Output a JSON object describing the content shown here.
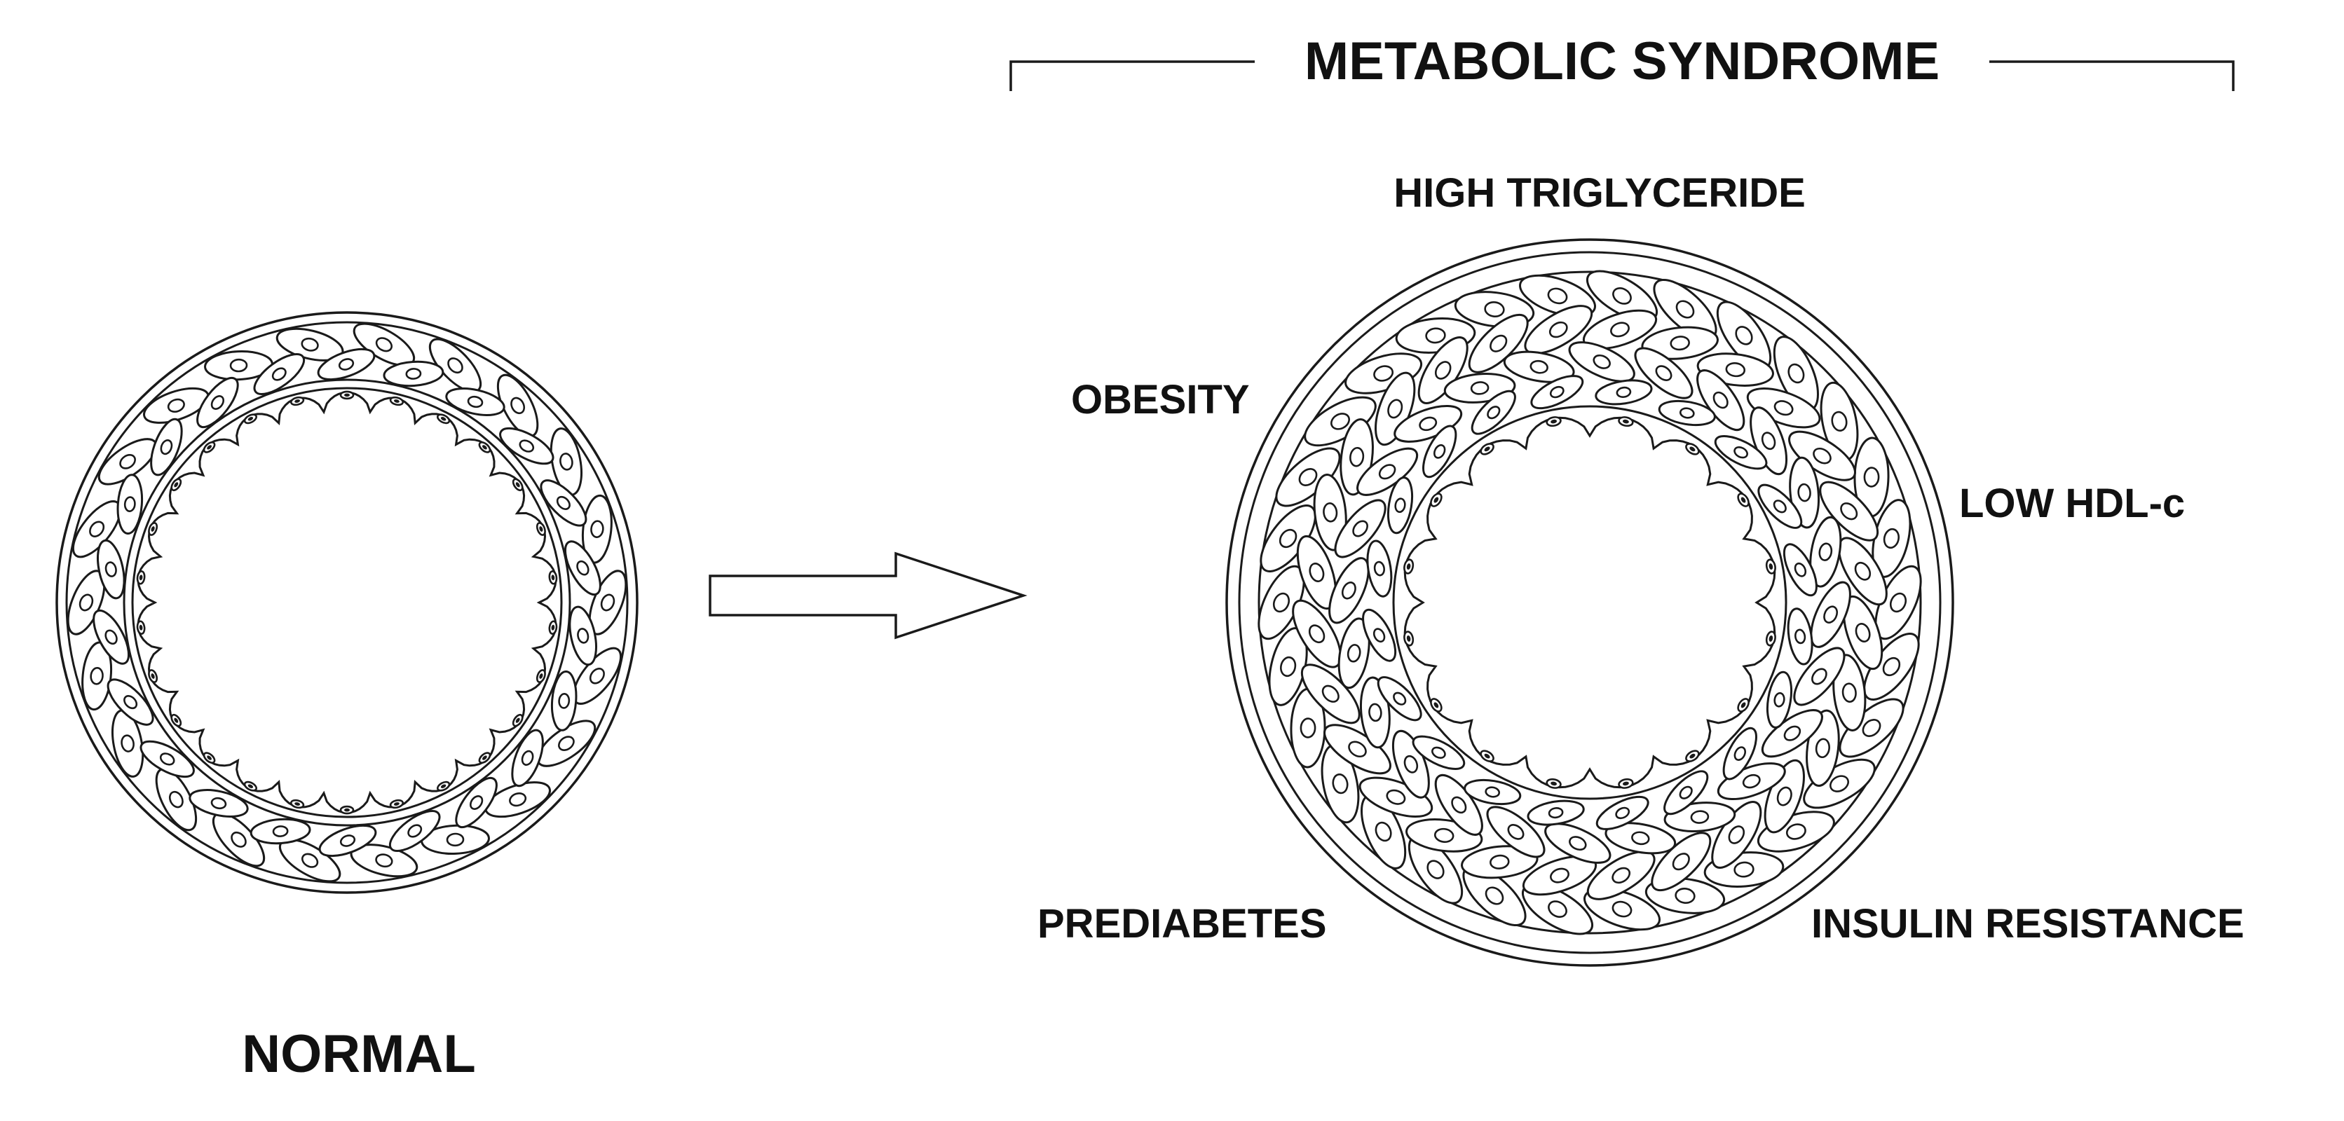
{
  "header": {
    "title": "METABOLIC SYNDROME"
  },
  "normal_vessel": {
    "label": "NORMAL"
  },
  "disease_vessel": {
    "factors": {
      "top": "HIGH TRIGLYCERIDE",
      "upper_left": "OBESITY",
      "right": "LOW HDL-c",
      "lower_left": "PREDIABETES",
      "lower_right": "INSULIN RESISTANCE"
    }
  },
  "colors": {
    "stroke": "#1a1a1a",
    "fill": "#ffffff",
    "text": "#111111"
  },
  "icons": {
    "transition": "right-arrow-icon"
  }
}
